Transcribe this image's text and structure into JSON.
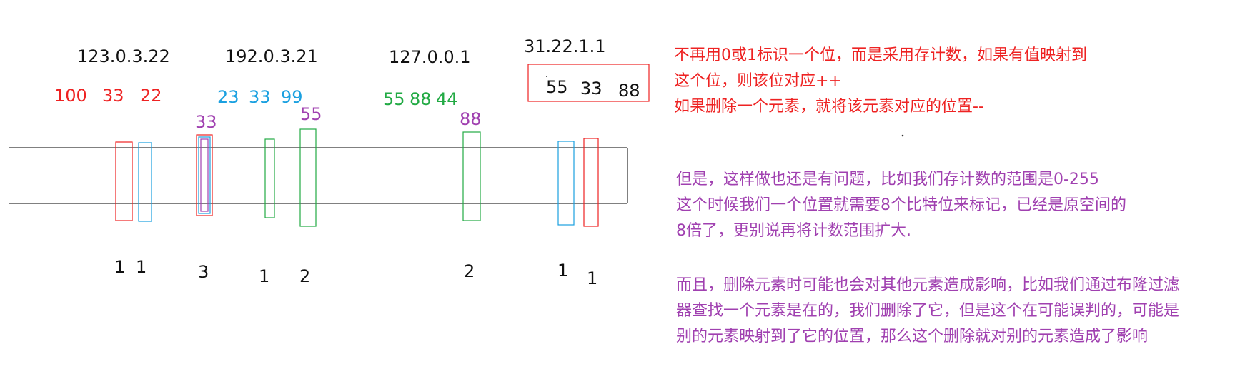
{
  "colors": {
    "red": "#ee2222",
    "blue": "#1aa0e0",
    "green": "#22aa44",
    "purple": "#a040b0",
    "black": "#111111"
  },
  "ips": [
    "123.0.3.22",
    "192.0.3.21",
    "127.0.0.1",
    "31.22.1.1"
  ],
  "hashes": {
    "red": [
      "100",
      "33",
      "22"
    ],
    "blue": [
      "23",
      "33",
      "99"
    ],
    "green": [
      "55",
      "88",
      "44"
    ],
    "last": [
      "55",
      "33",
      "88"
    ]
  },
  "bucket_labels": [
    "33",
    "55",
    "88"
  ],
  "counts": [
    "1",
    "1",
    "3",
    "1",
    "2",
    "2",
    "1",
    "1"
  ],
  "notes": {
    "red_lines": [
      "不再用0或1标识一个位，而是采用存计数，如果有值映射到",
      "这个位，则该位对应++",
      "如果删除一个元素，就将该元素对应的位置--"
    ],
    "para1": [
      "但是，这样做也还是有问题，比如我们存计数的范围是0-255",
      "这个时候我们一个位置就需要8个比特位来标记，已经是原空间的",
      "8倍了，更别说再将计数范围扩大."
    ],
    "para2": [
      "而且，删除元素时可能也会对其他元素造成影响，比如我们通过布隆过滤",
      "器查找一个元素是在的，我们删除了它，但是这个在可能误判的，可能是",
      "别的元素映射到了它的位置，那么这个删除就对别的元素造成了影响"
    ]
  }
}
